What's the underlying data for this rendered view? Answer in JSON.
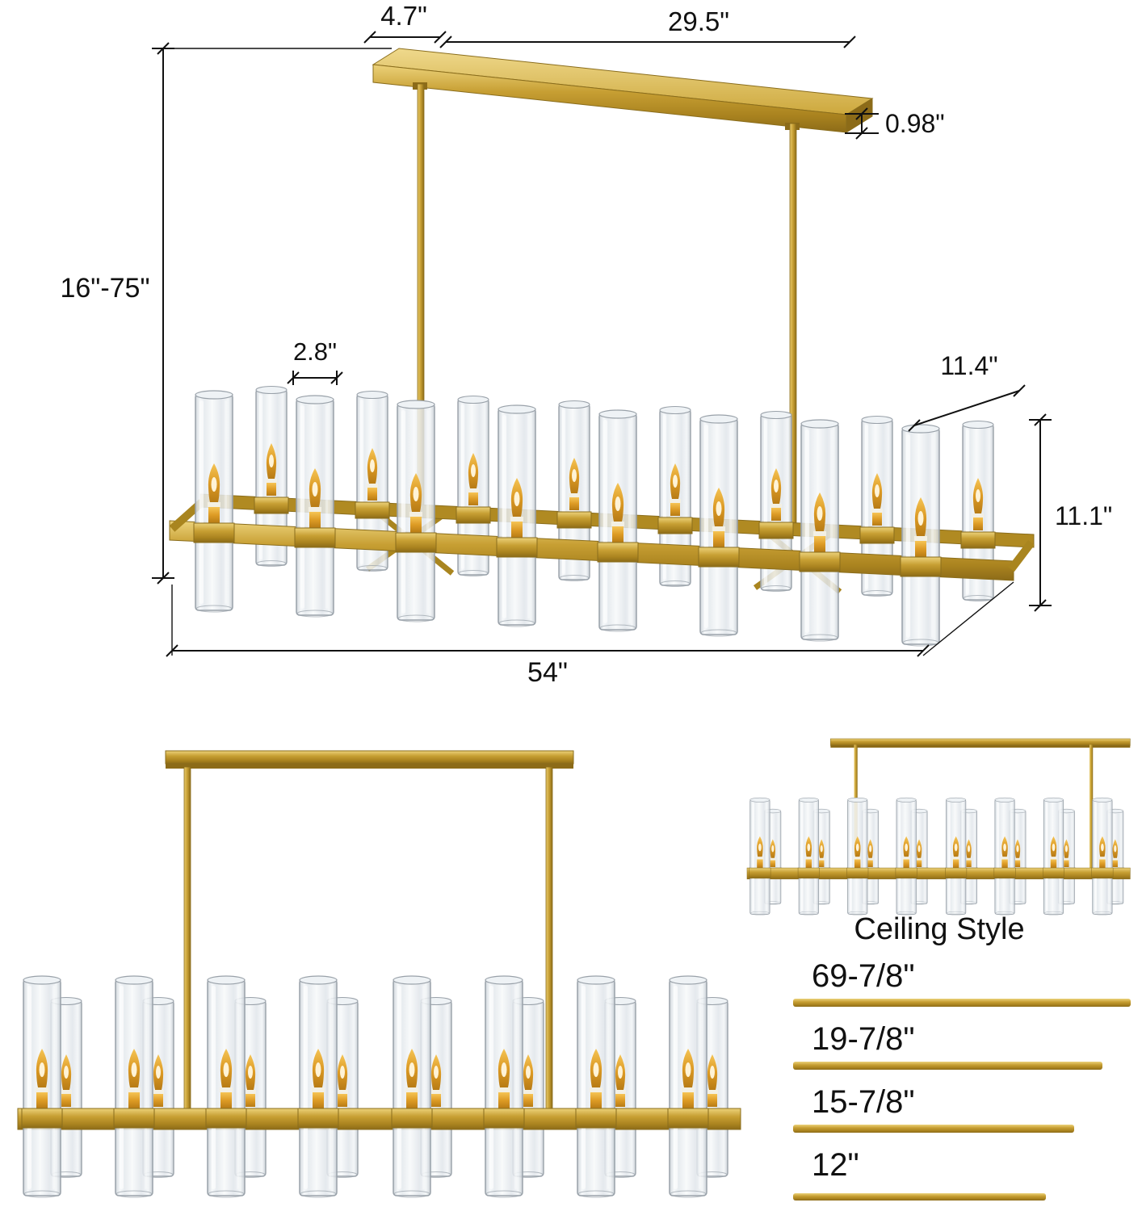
{
  "colors": {
    "gold": "#C79F33",
    "gold_light": "#ECD27A",
    "gold_dark": "#8C6B18",
    "line": "#111111",
    "glass": "#E4E9ED",
    "bulb": "#DD9B25",
    "background": "#FFFFFF"
  },
  "annotations": {
    "canopy_depth": "4.7\"",
    "canopy_length": "29.5\"",
    "canopy_thickness": "0.98\"",
    "adjustable_height": "16\"-75\"",
    "shade_diameter": "2.8\"",
    "frame_depth": "11.4\"",
    "shade_height": "11.1\"",
    "fixture_length": "54\""
  },
  "ceiling_style_label": "Ceiling Style",
  "rod_lengths": [
    "69-7/8\"",
    "19-7/8\"",
    "15-7/8\"",
    "12\""
  ]
}
